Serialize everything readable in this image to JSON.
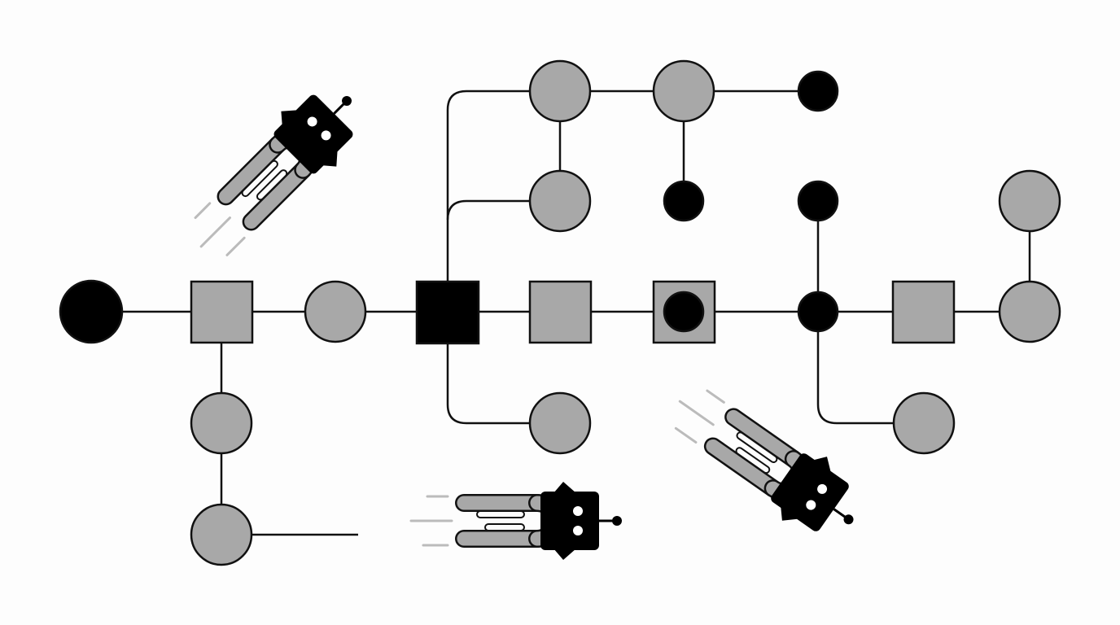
{
  "colors": {
    "background": "#fdfdfd",
    "line": "#111111",
    "node_gray": "#a8a8a8",
    "node_black": "#000000",
    "robot_body": "#000000",
    "robot_eye": "#ffffff",
    "trail": "#a8a8a8"
  },
  "node_types": [
    "black-circle",
    "gray-circle",
    "gray-square",
    "black-square",
    "gray-square-with-black-circle",
    "small-black-circle"
  ],
  "robots": [
    {
      "heading": "up-right"
    },
    {
      "heading": "right"
    },
    {
      "heading": "down-right"
    }
  ]
}
